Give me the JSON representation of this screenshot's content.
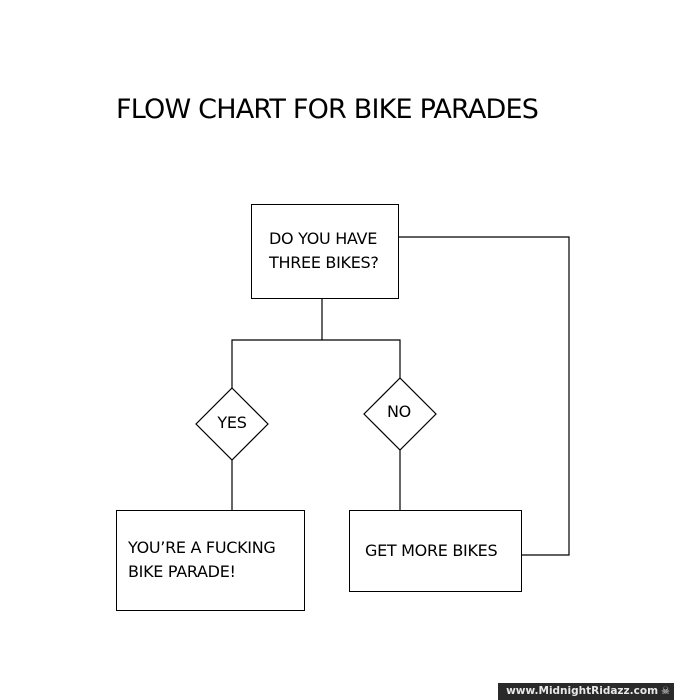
{
  "title": "FLOW CHART FOR BIKE PARADES",
  "nodes": {
    "question": {
      "line1": "DO YOU HAVE",
      "line2": "THREE BIKES?"
    },
    "yes": {
      "label": "YES"
    },
    "no": {
      "label": "NO"
    },
    "result": {
      "line1": "YOU’RE A FUCKING",
      "line2": "BIKE PARADE!"
    },
    "more": {
      "label": "GET MORE BIKES"
    }
  },
  "edges": [
    {
      "from": "question",
      "to": "yes"
    },
    {
      "from": "question",
      "to": "no"
    },
    {
      "from": "yes",
      "to": "result"
    },
    {
      "from": "no",
      "to": "more"
    },
    {
      "from": "more",
      "to": "question"
    }
  ],
  "watermark": {
    "text": "www.MidnightRidazz.com",
    "icon": "skull-icon"
  },
  "colors": {
    "line": "#000000",
    "background": "#ffffff",
    "watermark_bg": "#2a2a2a"
  }
}
